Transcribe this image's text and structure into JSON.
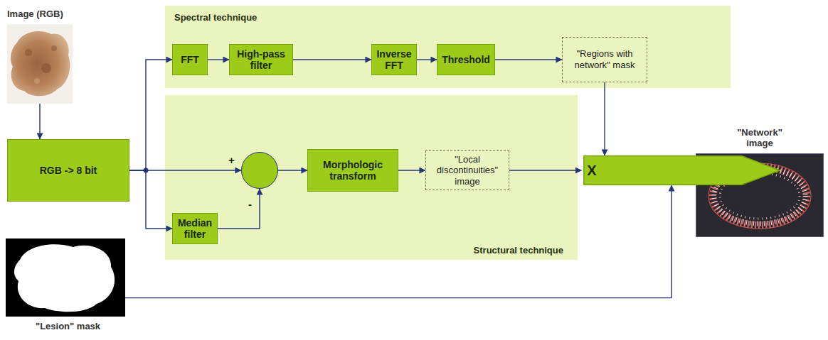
{
  "diagram": {
    "nodes": [
      {
        "text": [
          "Image (RGB)"
        ]
      },
      {
        "text": [
          "Spectral technique"
        ]
      },
      {
        "text": [
          "FFT"
        ],
        "in": 1
      },
      {
        "text": [
          "High-pass filter"
        ],
        "in": 1
      },
      {
        "text": [
          "Inverse FFT"
        ],
        "in": 1
      },
      {
        "text": [
          "Threshold"
        ],
        "in": 1
      },
      {
        "text": [
          "\"Regions with network\" mask"
        ],
        "in": 1
      },
      {
        "text": [
          "RGB -> 8 bit"
        ]
      },
      {
        "text": [
          "Structural technique"
        ]
      },
      {
        "text": [
          "+",
          "-"
        ],
        "in": 8
      },
      {
        "text": [
          "Morphologic transform"
        ],
        "in": 8
      },
      {
        "text": [
          "\"Local discontinuities\" image"
        ],
        "in": 8
      },
      {
        "text": [
          "Median filter"
        ],
        "in": 8
      },
      {
        "text": [
          "X"
        ]
      },
      {
        "text": [
          "\"Network\" image"
        ]
      },
      {
        "text": [
          "\"Lesion\" mask"
        ]
      }
    ],
    "edges": [
      {
        "from": 0,
        "to": 7,
        "arrow": "to"
      },
      {
        "from": 7,
        "to": 2,
        "arrow": "to"
      },
      {
        "from": 7,
        "to": 9,
        "arrow": "to"
      },
      {
        "from": 7,
        "to": 12,
        "arrow": "to"
      },
      {
        "from": 12,
        "to": 9,
        "arrow": "to"
      },
      {
        "from": 2,
        "to": 3,
        "arrow": "to"
      },
      {
        "from": 3,
        "to": 4,
        "arrow": "to"
      },
      {
        "from": 4,
        "to": 5,
        "arrow": "to"
      },
      {
        "from": 5,
        "to": 6,
        "arrow": "to"
      },
      {
        "from": 9,
        "to": 10,
        "arrow": "to"
      },
      {
        "from": 10,
        "to": 11,
        "arrow": "to"
      },
      {
        "from": 6,
        "to": 13,
        "arrow": "to"
      },
      {
        "from": 11,
        "to": 13,
        "arrow": "to"
      },
      {
        "from": 15,
        "to": 13,
        "arrow": "to"
      },
      {
        "from": 13,
        "to": 14,
        "arrow": "to"
      }
    ]
  }
}
